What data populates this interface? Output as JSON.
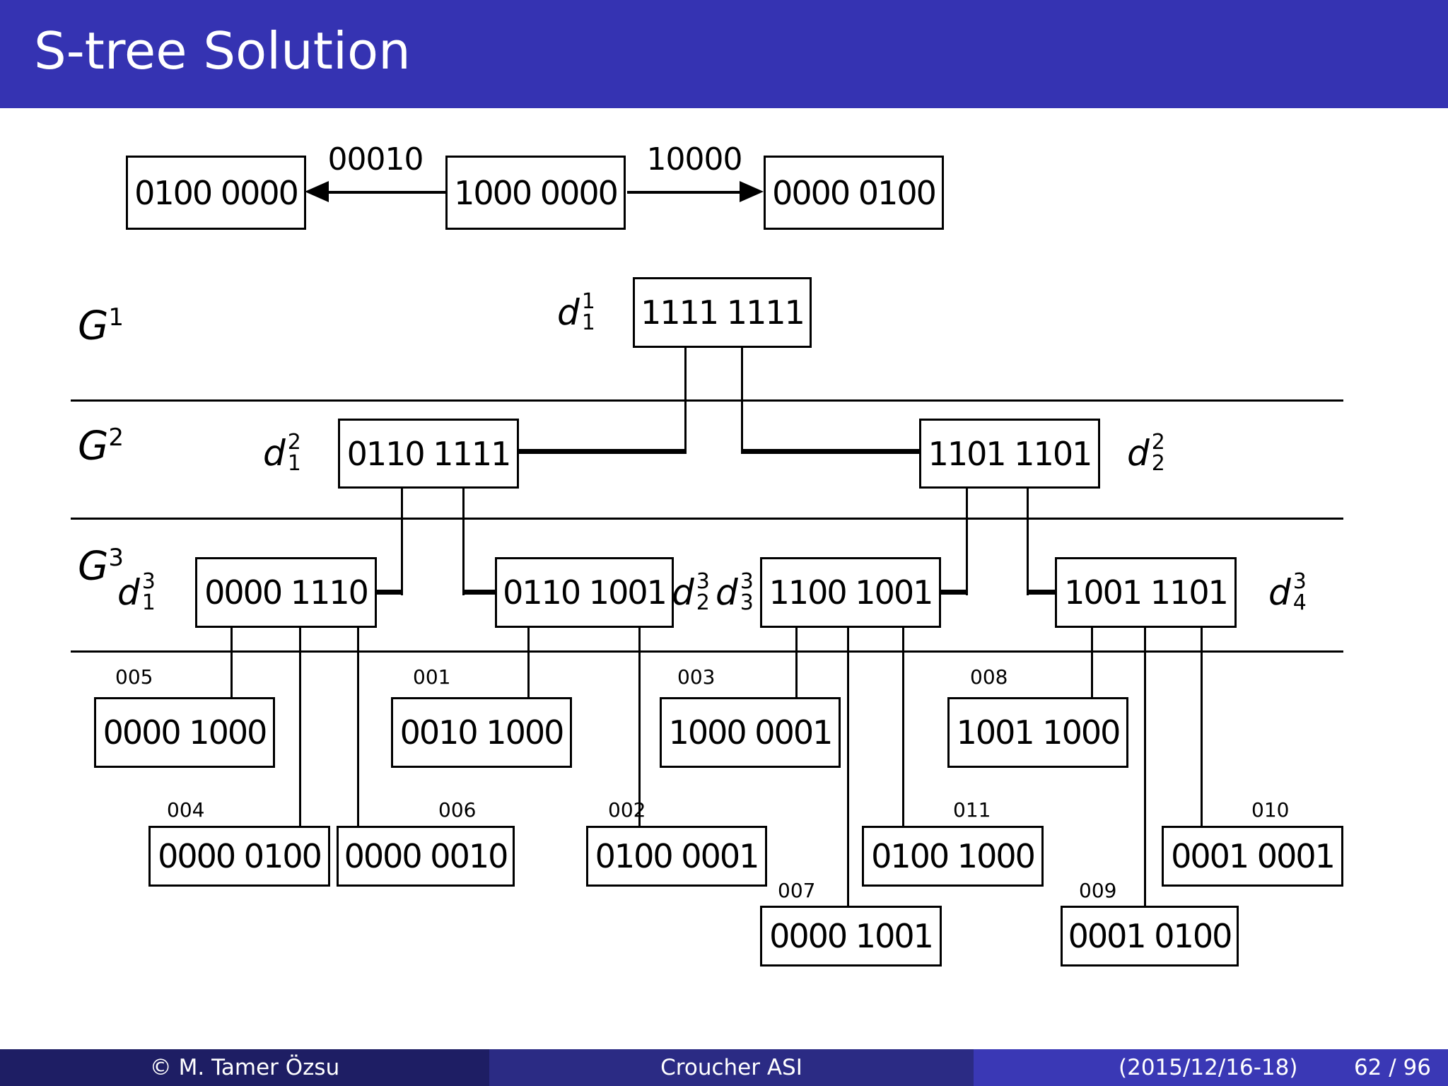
{
  "slide": {
    "title": "S-tree Solution",
    "author": "© M. Tamer Özsu",
    "venue": "Croucher ASI",
    "date": "(2015/12/16-18)",
    "page": "62 / 96"
  },
  "colors": {
    "header_bg": "#3533b2",
    "footer_left_bg": "#1e1e64",
    "footer_mid_bg": "#2b2b84",
    "footer_right_bg": "#3a38b5",
    "text_on_blue": "#ffffff",
    "diagram_ink": "#000000"
  },
  "top_row": {
    "boxes": [
      "0100 0000",
      "1000 0000",
      "0000 0100"
    ],
    "left_arrow_label": "00010",
    "right_arrow_label": "10000"
  },
  "levels": [
    {
      "base": "G",
      "sup": "1"
    },
    {
      "base": "G",
      "sup": "2"
    },
    {
      "base": "G",
      "sup": "3"
    }
  ],
  "tree": {
    "g1": {
      "d": {
        "base": "d",
        "sup": "1",
        "sub": "1"
      },
      "value": "1111 1111"
    },
    "g2": [
      {
        "d": {
          "base": "d",
          "sup": "2",
          "sub": "1"
        },
        "value": "0110 1111"
      },
      {
        "d": {
          "base": "d",
          "sup": "2",
          "sub": "2"
        },
        "value": "1101 1101"
      }
    ],
    "g3": [
      {
        "d": {
          "base": "d",
          "sup": "3",
          "sub": "1"
        },
        "value": "0000 1110"
      },
      {
        "d": {
          "base": "d",
          "sup": "3",
          "sub": "2"
        },
        "value": "0110 1001"
      },
      {
        "d": {
          "base": "d",
          "sup": "3",
          "sub": "3"
        },
        "value": "1100 1001"
      },
      {
        "d": {
          "base": "d",
          "sup": "3",
          "sub": "4"
        },
        "value": "1001 1101"
      }
    ],
    "leaves": [
      {
        "id": "005",
        "value": "0000 1000"
      },
      {
        "id": "001",
        "value": "0010 1000"
      },
      {
        "id": "003",
        "value": "1000 0001"
      },
      {
        "id": "008",
        "value": "1001 1000"
      },
      {
        "id": "004",
        "value": "0000 0100"
      },
      {
        "id": "006",
        "value": "0000 0010"
      },
      {
        "id": "002",
        "value": "0100 0001"
      },
      {
        "id": "011",
        "value": "0100 1000"
      },
      {
        "id": "010",
        "value": "0001 0001"
      },
      {
        "id": "007",
        "value": "0000 1001"
      },
      {
        "id": "009",
        "value": "0001 0100"
      }
    ]
  }
}
